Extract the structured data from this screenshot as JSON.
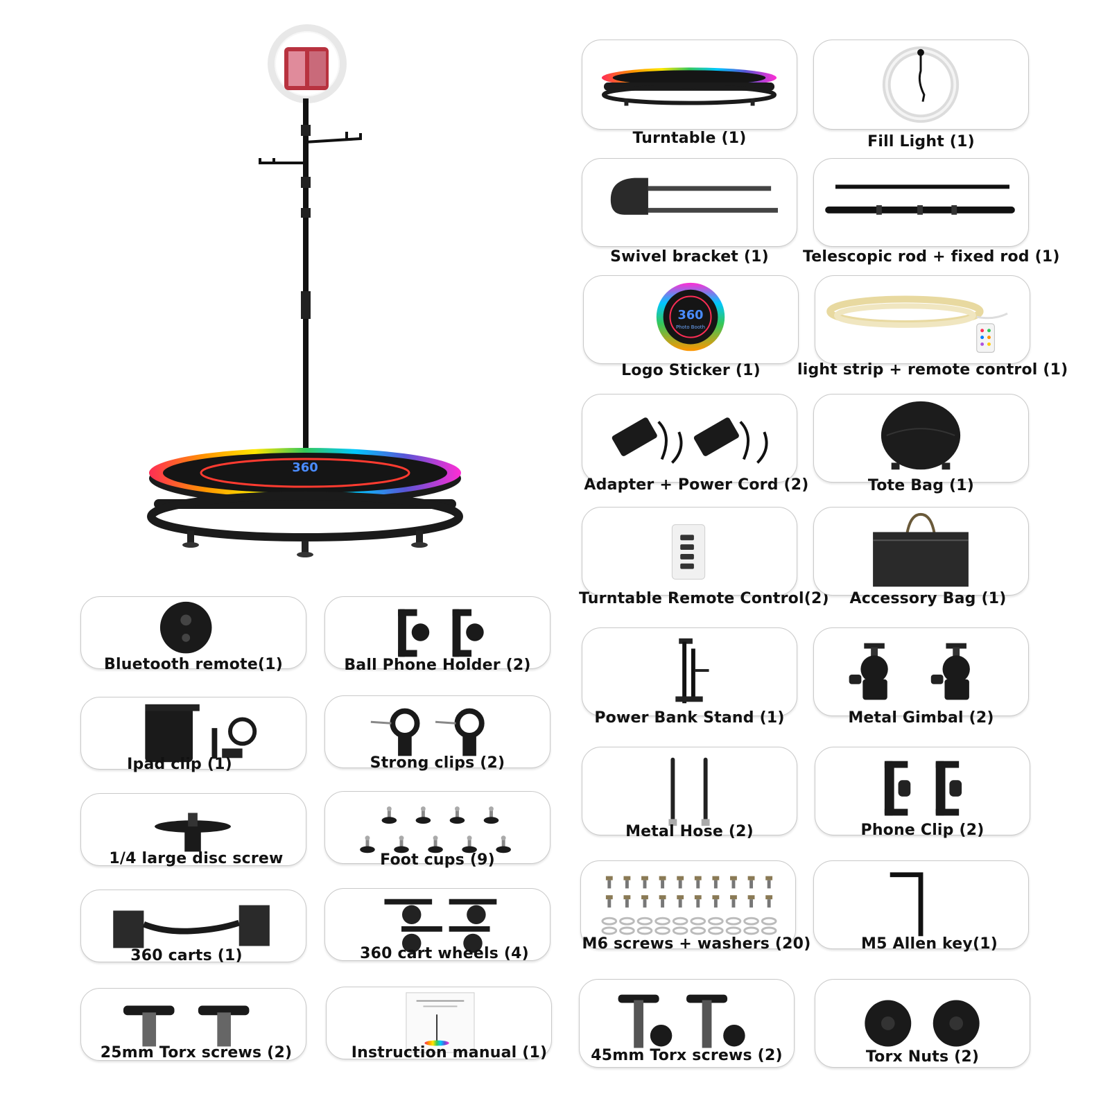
{
  "items": {
    "turntable": "Turntable (1)",
    "fill_light": "Fill Light (1)",
    "swivel_bracket": "Swivel bracket (1)",
    "telescopic_rod": "Telescopic rod + fixed rod (1)",
    "logo_sticker": "Logo Sticker (1)",
    "light_strip": "light strip + remote control (1)",
    "adapter": "Adapter + Power Cord (2)",
    "tote_bag": "Tote Bag (1)",
    "turntable_remote": "Turntable Remote Control(2)",
    "accessory_bag": "Accessory Bag (1)",
    "power_bank_stand": "Power Bank Stand (1)",
    "metal_gimbal": "Metal Gimbal (2)",
    "metal_hose": "Metal Hose (2)",
    "phone_clip": "Phone Clip (2)",
    "m6_screws": "M6 screws + washers (20)",
    "m5_allen_key": "M5 Allen key(1)",
    "torx_45": "45mm Torx screws (2)",
    "torx_nuts": "Torx Nuts (2)",
    "bluetooth_remote": "Bluetooth remote(1)",
    "ball_phone_holder": "Ball Phone Holder (2)",
    "ipad_clip": "Ipad clip (1)",
    "strong_clips": "Strong clips (2)",
    "disc_screw": "1/4 large disc screw",
    "foot_cups": "Foot cups (9)",
    "carts_360": "360 carts (1)",
    "cart_wheels": "360 cart wheels (4)",
    "torx_25": "25mm Torx screws (2)",
    "manual": "Instruction manual (1)"
  },
  "logo_text": "360",
  "logo_subtext": "Photo Booth",
  "colors": {
    "card_border": "#c9c9c9",
    "ring_gradient": [
      "#ff2d55",
      "#ff9500",
      "#ffe600",
      "#34c759",
      "#00c7ff",
      "#5856d6",
      "#ff2dd4"
    ],
    "dark_product": "#1a1a1a"
  }
}
